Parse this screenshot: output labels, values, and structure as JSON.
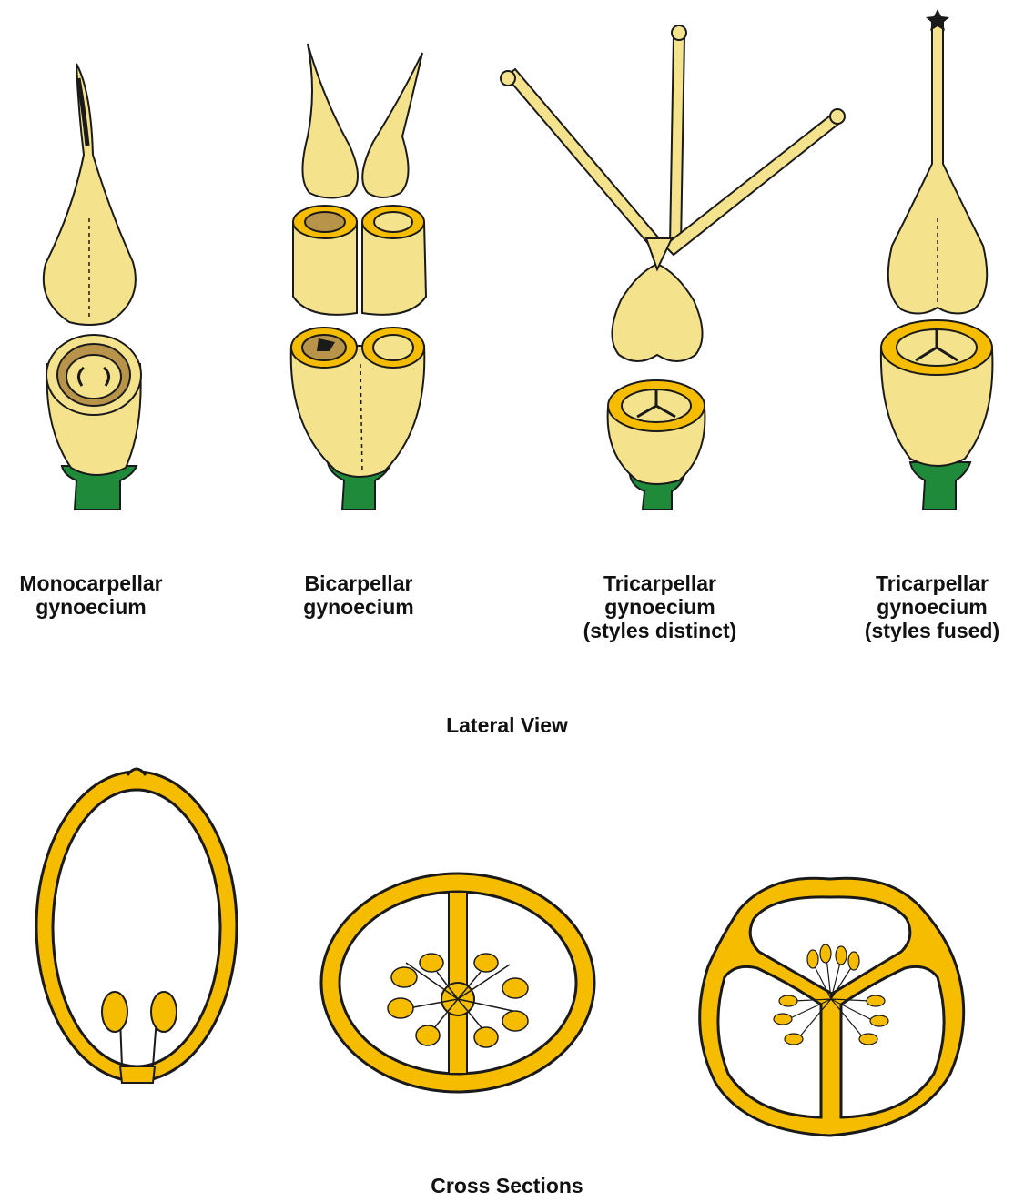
{
  "lateral_view": {
    "title": "Lateral View",
    "items": [
      {
        "lines": [
          "Monocarpellar",
          "gynoecium"
        ]
      },
      {
        "lines": [
          "Bicarpellar",
          "gynoecium"
        ]
      },
      {
        "lines": [
          "Tricarpellar",
          "gynoecium",
          "(styles distinct)"
        ]
      },
      {
        "lines": [
          "Tricarpellar",
          "gynoecium",
          "(styles fused)"
        ]
      }
    ]
  },
  "cross_sections": {
    "title": "Cross Sections"
  },
  "colors": {
    "pale_yellow": "#f4e38c",
    "dark_outline": "#1a1a1a",
    "gold": "#f5bc00",
    "stem_green": "#1f8a3a",
    "locule_tan": "#b8944a"
  }
}
